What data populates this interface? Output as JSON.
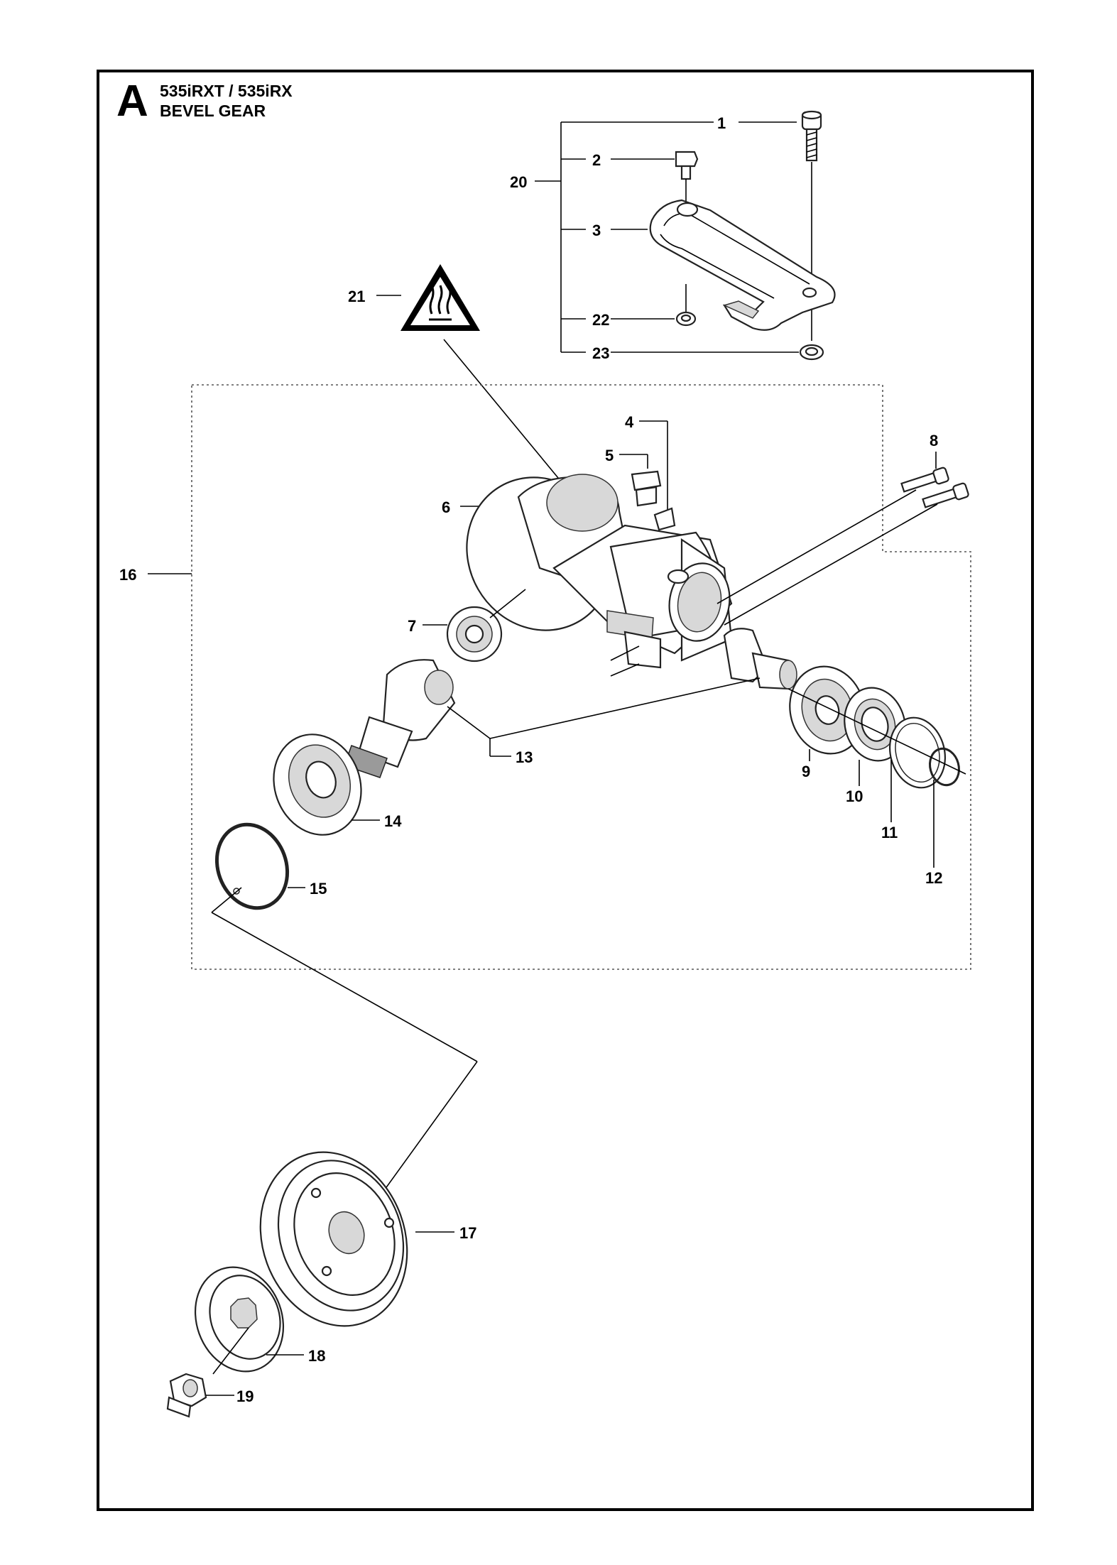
{
  "header": {
    "section_letter": "A",
    "model": "535iRXT / 535iRX",
    "subtitle": "BEVEL GEAR"
  },
  "callouts": [
    "1",
    "2",
    "3",
    "4",
    "5",
    "6",
    "7",
    "8",
    "9",
    "10",
    "11",
    "12",
    "13",
    "14",
    "15",
    "16",
    "17",
    "18",
    "19",
    "20",
    "21",
    "22",
    "23"
  ],
  "icons": {
    "warning": "hot-surface-warning-icon"
  }
}
